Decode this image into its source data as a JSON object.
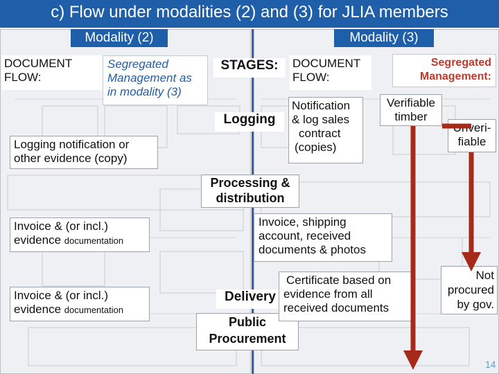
{
  "header": {
    "title": "c) Flow under modalities (2) and (3) for JLIA members"
  },
  "modality2": {
    "label": "Modality (2)",
    "doc_flow": [
      "DOCUMENT",
      "FLOW:"
    ],
    "segregated": [
      "Segregated",
      "Management as",
      "in modality (3)"
    ],
    "logging_note": [
      "Logging notification or",
      "other evidence (copy)"
    ],
    "invoice_1": [
      "Invoice & (or incl.)",
      "evidence",
      "documentation"
    ],
    "invoice_2": [
      "Invoice & (or incl.)",
      "evidence",
      "documentation"
    ]
  },
  "stages": {
    "header": "STAGES:",
    "logging": "Logging",
    "processing": [
      "Processing &",
      "distribution"
    ],
    "delivery": "Delivery",
    "public": [
      "Public",
      "Procurement"
    ]
  },
  "modality3": {
    "label": "Modality (3)",
    "doc_flow": [
      "DOCUMENT",
      "FLOW:"
    ],
    "segregated": [
      "Segregated",
      "Management:"
    ],
    "notification": [
      "Notification",
      "& log sales",
      "contract",
      "(copies)"
    ],
    "invoice": [
      "Invoice, shipping",
      "account, received",
      "documents & photos"
    ],
    "certificate": [
      "Certificate based on",
      "evidence from all",
      "received documents"
    ],
    "verifiable": [
      "Verifiable",
      "timber"
    ],
    "unverifiable": [
      "Unveri-",
      "fiable"
    ],
    "not_procured": [
      "Not",
      "procured",
      "by gov."
    ]
  },
  "footer": {
    "page_number": "14"
  },
  "colors": {
    "title_bar": "#1f5ea8",
    "arrow": "#a52a1a",
    "segregated_text": "#c0392b"
  }
}
